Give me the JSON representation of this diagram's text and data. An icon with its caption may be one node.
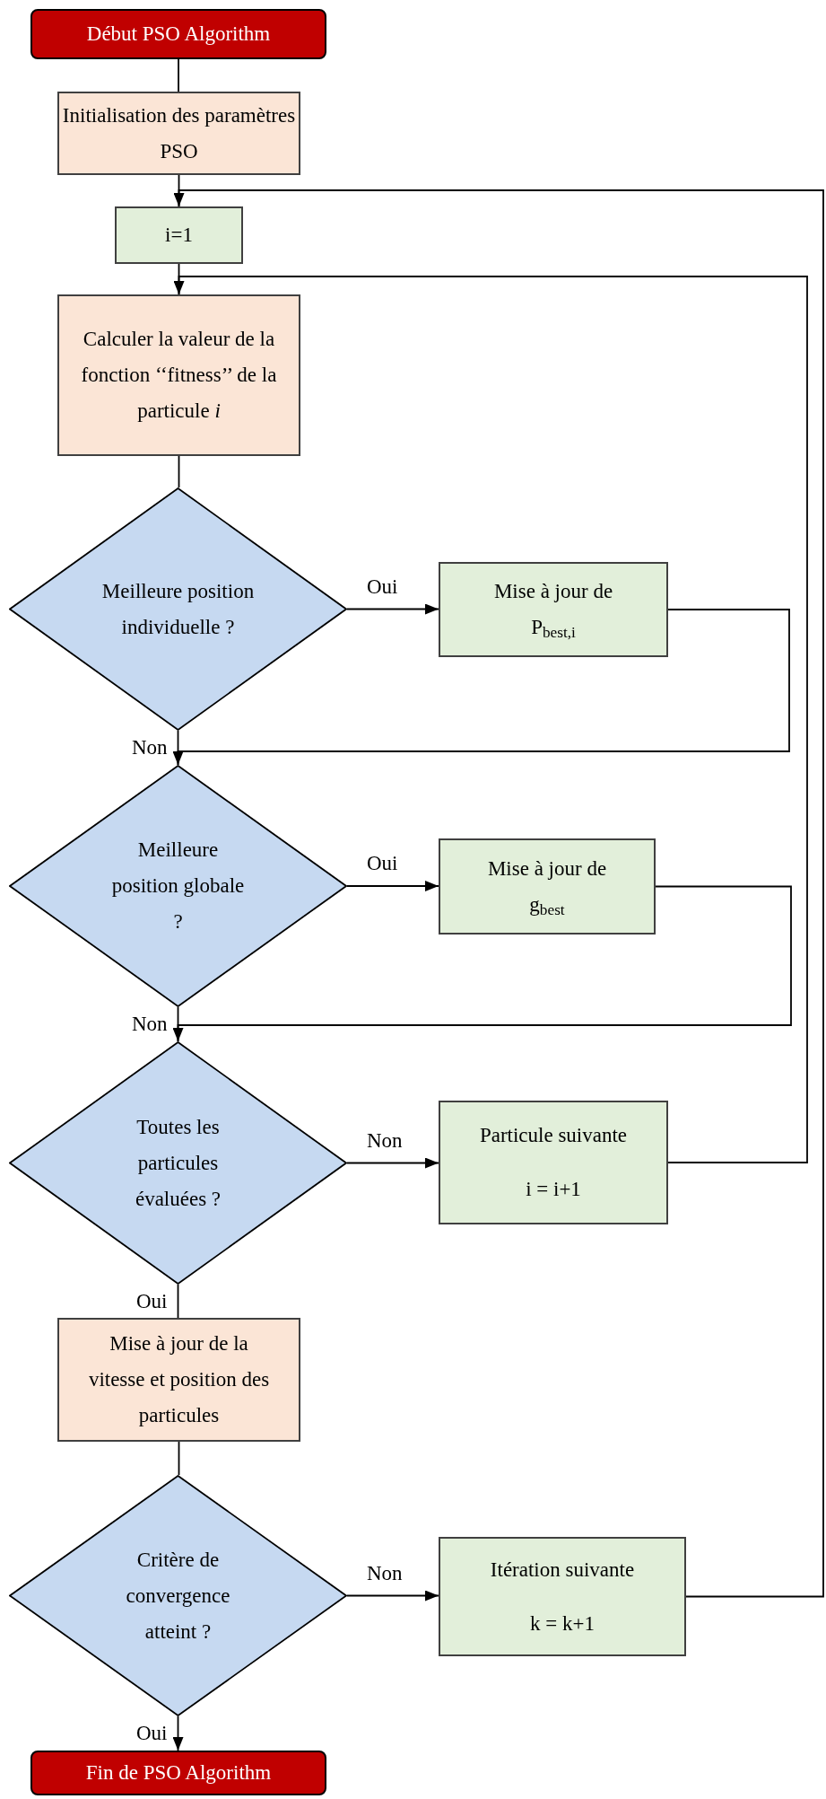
{
  "diagram": {
    "nodes": [
      {
        "text": [
          "Début PSO Algorithm"
        ]
      },
      {
        "text": [
          "Initialisation des paramètres PSO"
        ]
      },
      {
        "text": [
          "i=1"
        ]
      },
      {
        "text": [
          "Calculer la valeur de la fonction ‘‘fitness’’ de la particule *i*"
        ]
      },
      {
        "text": [
          "Meilleure position individuelle ?"
        ]
      },
      {
        "text": [
          "Mise à jour de P$_{best,i}$"
        ]
      },
      {
        "text": [
          "Meilleure position globale ?"
        ]
      },
      {
        "text": [
          "Mise à jour de g$_{best}$"
        ]
      },
      {
        "text": [
          "Toutes les particules évaluées ?"
        ]
      },
      {
        "text": [
          "Particule suivante",
          "i = i+1"
        ]
      },
      {
        "text": [
          "Mise à jour de la vitesse et position des particules"
        ]
      },
      {
        "text": [
          "Critère de convergence atteint ?"
        ]
      },
      {
        "text": [
          "Itération suivante",
          "k = k+1"
        ]
      },
      {
        "text": [
          "Fin de PSO Algorithm"
        ]
      }
    ],
    "edges": [
      {
        "from": 0,
        "to": 1,
        "arrow": "none"
      },
      {
        "from": 1,
        "to": 2,
        "arrow": "none"
      },
      {
        "from": 2,
        "to": 3,
        "arrow": "none"
      },
      {
        "from": 3,
        "to": 4,
        "arrow": "none"
      },
      {
        "from": 4,
        "to": 5,
        "arrow": "to",
        "label": "Oui"
      },
      {
        "from": 5,
        "to": 6,
        "arrow": "to"
      },
      {
        "from": 4,
        "to": 6,
        "arrow": "none",
        "label": "Non"
      },
      {
        "from": 6,
        "to": 7,
        "arrow": "to",
        "label": "Oui"
      },
      {
        "from": 7,
        "to": 8,
        "arrow": "to"
      },
      {
        "from": 6,
        "to": 8,
        "arrow": "none",
        "label": "Non"
      },
      {
        "from": 8,
        "to": 9,
        "arrow": "to",
        "label": "Non"
      },
      {
        "from": 9,
        "to": 3,
        "arrow": "to"
      },
      {
        "from": 8,
        "to": 10,
        "arrow": "none",
        "label": "Oui"
      },
      {
        "from": 10,
        "to": 11,
        "arrow": "none"
      },
      {
        "from": 11,
        "to": 12,
        "arrow": "to",
        "label": "Non"
      },
      {
        "from": 12,
        "to": 2,
        "arrow": "to"
      },
      {
        "from": 11,
        "to": 13,
        "arrow": "to",
        "label": "Oui"
      }
    ]
  }
}
